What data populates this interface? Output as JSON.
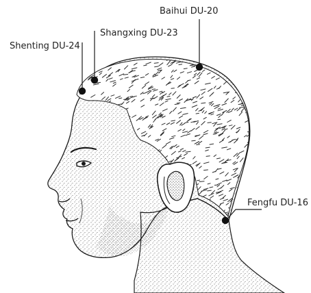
{
  "points": [
    {
      "id": "baihui",
      "label": "Baihui DU-20"
    },
    {
      "id": "shangxing",
      "label": "Shangxing DU-23"
    },
    {
      "id": "shenting",
      "label": "Shenting DU-24"
    },
    {
      "id": "fengfu",
      "label": "Fengfu DU-16"
    }
  ],
  "colors": {
    "ink": "#1a1a1a",
    "hair": "#2b2b2b",
    "skin_stipple": "#4a4a4a",
    "label_text": "#222222"
  }
}
